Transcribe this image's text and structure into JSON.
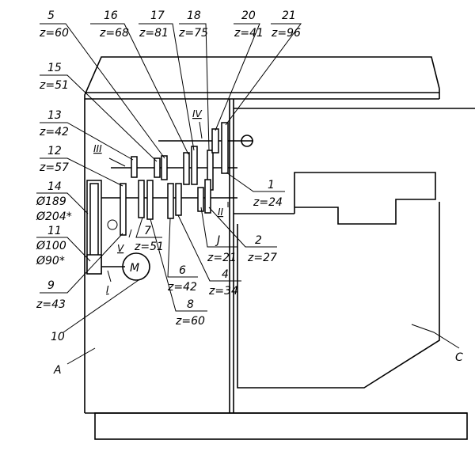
{
  "labels": {
    "g5": {
      "num": "5",
      "z": "z=60"
    },
    "g16": {
      "num": "16",
      "z": "z=68"
    },
    "g17": {
      "num": "17",
      "z": "z=81"
    },
    "g18": {
      "num": "18",
      "z": "z=75"
    },
    "g20": {
      "num": "20",
      "z": "z=41"
    },
    "g21": {
      "num": "21",
      "z": "z=96"
    },
    "g15": {
      "num": "15",
      "z": "z=51"
    },
    "g13": {
      "num": "13",
      "z": "z=42"
    },
    "g12": {
      "num": "12",
      "z": "z=57"
    },
    "p14": {
      "num": "14",
      "d1": "Ø189",
      "d2": "Ø204*"
    },
    "p11": {
      "num": "11",
      "d1": "Ø100",
      "d2": "Ø90*"
    },
    "g9": {
      "num": "9",
      "z": "z=43"
    },
    "m10": {
      "num": "10",
      "motor": "M"
    },
    "g1": {
      "num": "1",
      "z": "z=24"
    },
    "g2": {
      "num": "2",
      "z": "z=27"
    },
    "g3": {
      "num": "J",
      "z": "z=21"
    },
    "g6": {
      "num": "6",
      "z": "z=42"
    },
    "g4": {
      "num": "4",
      "z": "z=34"
    },
    "g8": {
      "num": "8",
      "z": "z=60"
    },
    "g7": {
      "num": "7",
      "z": "z=51"
    },
    "partA": "A",
    "partC": "C",
    "shafts": {
      "I": "I",
      "II": "II",
      "III": "III",
      "IV": "IV",
      "V": "V"
    }
  }
}
